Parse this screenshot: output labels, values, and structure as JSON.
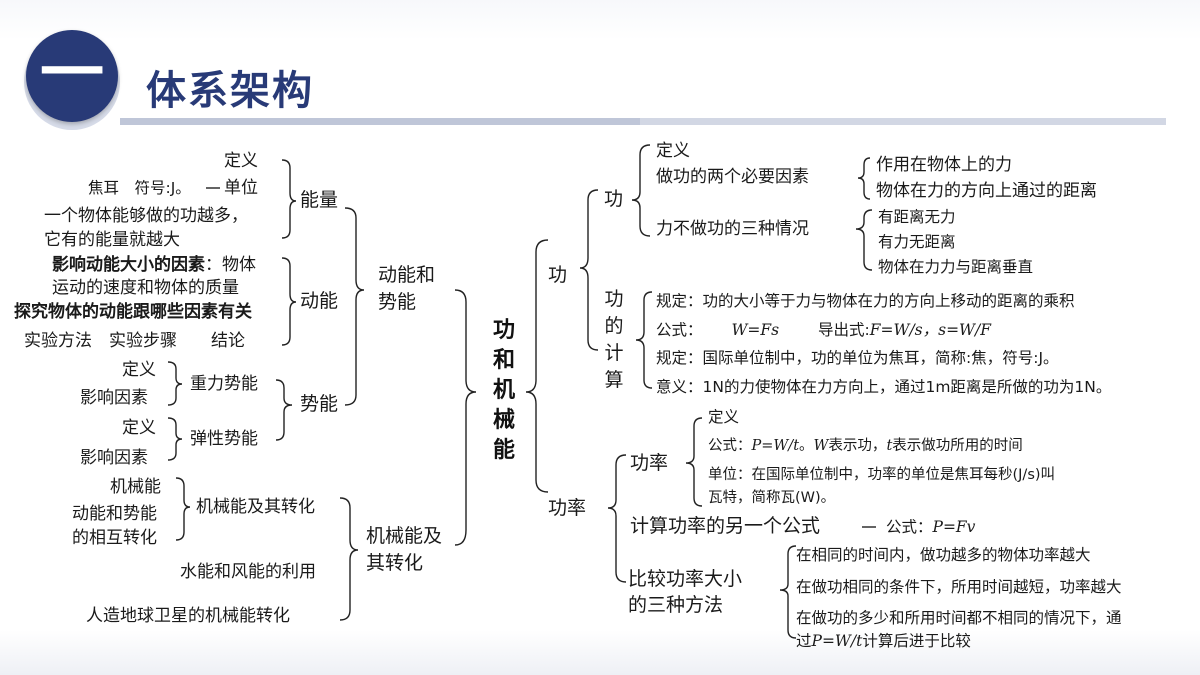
{
  "header": {
    "badge": "一",
    "title": "体系架构"
  },
  "center": {
    "root": "功和机械能"
  },
  "left": {
    "energy": {
      "label": "能量",
      "definition": "定义",
      "unit_note": "焦耳　符号:J。",
      "unit": "单位",
      "more_work_line1": "一个物体能够做的功越多，",
      "more_work_line2": "它有的能量就越大"
    },
    "kinetic": {
      "label": "动能",
      "factors_title": "影响动能大小的因素",
      "factors_rest": "：物体",
      "factors_line2": "运动的速度和物体的质量",
      "explore": "探究物体的动能跟哪些因素有关",
      "steps": "实验方法　实验步骤　　结论"
    },
    "potential": {
      "label": "势能",
      "gravity": {
        "label": "重力势能",
        "def": "定义",
        "factors": "影响因素"
      },
      "elastic": {
        "label": "弹性势能",
        "def": "定义",
        "factors": "影响因素"
      }
    },
    "group_ke_pe_line1": "动能和",
    "group_ke_pe_line2": "势能",
    "mech": {
      "group_line1": "机械能及",
      "group_line2": "其转化",
      "conversion": "机械能及其转化",
      "item1": "机械能",
      "item2": "动能和势能",
      "item3": "的相互转化",
      "water_wind": "水能和风能的利用",
      "satellite": "人造地球卫星的机械能转化"
    }
  },
  "right": {
    "work_group": "功",
    "work": {
      "label": "功",
      "definition": "定义",
      "two_factors": "做功的两个必要因素",
      "factor1": "作用在物体上的力",
      "factor2": "物体在力的方向上通过的距离",
      "no_work": "力不做功的三种情况",
      "case1": "有距离无力",
      "case2": "有力无距离",
      "case3": "物体在力力与距离垂直"
    },
    "calc": {
      "label": "功的计算",
      "rule1": "规定：功的大小等于力与物体在力的方向上移动的距离的乘积",
      "formula_label": "公式：",
      "formula": "W=Fs",
      "derived_label": "导出式:",
      "derived": "F=W/s，s=W/F",
      "rule2": "规定：国际单位制中，功的单位为焦耳，简称:焦，符号:J。",
      "meaning": "意义：1N的力使物体在力方向上，通过1m距离是所做的功为1N。"
    },
    "power_group": "功率",
    "power": {
      "label": "功率",
      "definition": "定义",
      "formula_label": "公式：",
      "formula": "P=W/t",
      "formula_rest1": "。",
      "formula_w": "W",
      "formula_rest2": "表示功，",
      "formula_t": "t",
      "formula_rest3": "表示做功所用的时间",
      "unit_line1": "单位：在国际单位制中，功率的单位是焦耳每秒(J/s)叫",
      "unit_line2": "瓦特，简称瓦(W)。",
      "another": "计算功率的另一个公式",
      "another_formula_label": "公式：",
      "another_formula": "P=Fv",
      "compare_line1": "比较功率大小",
      "compare_line2": "的三种方法",
      "method1": "在相同的时间内，做功越多的物体功率越大",
      "method2": "在做功相同的条件下，所用时间越短，功率越大",
      "method3_line1": "在做功的多少和所用时间都不相同的情况下，通",
      "method3_pre": "过",
      "method3_formula": "P=W/t",
      "method3_post": "计算后进于比较"
    }
  }
}
